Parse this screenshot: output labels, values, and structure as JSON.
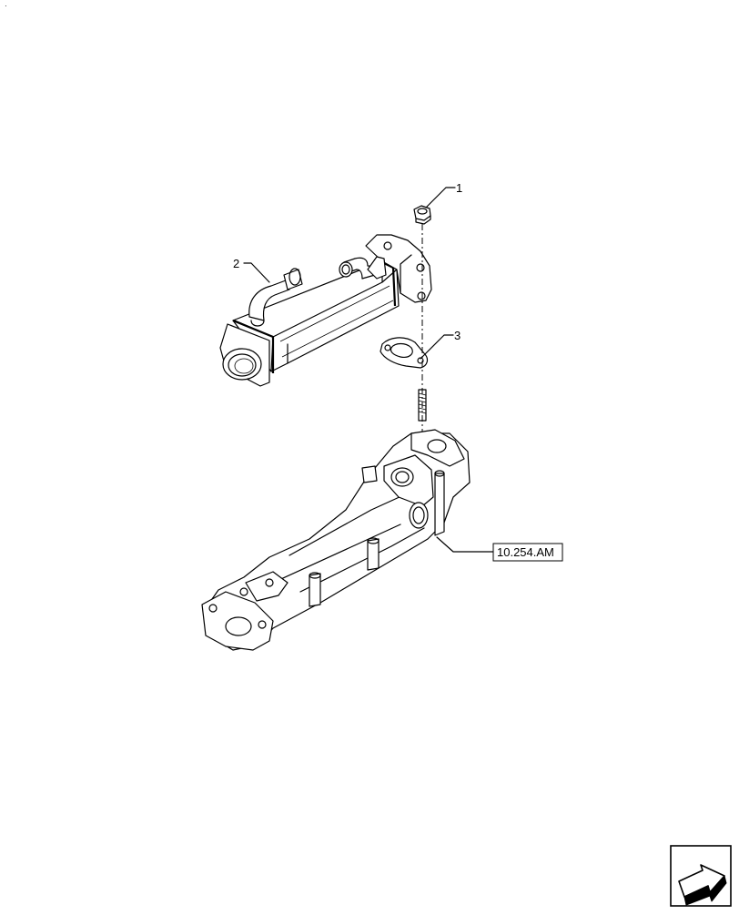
{
  "corner_mark": "·",
  "callouts": [
    {
      "label": "1"
    },
    {
      "label": "2"
    },
    {
      "label": "3"
    }
  ],
  "reference": {
    "label": "10.254.AM"
  },
  "nav_icon": "next-page-arrow-icon"
}
